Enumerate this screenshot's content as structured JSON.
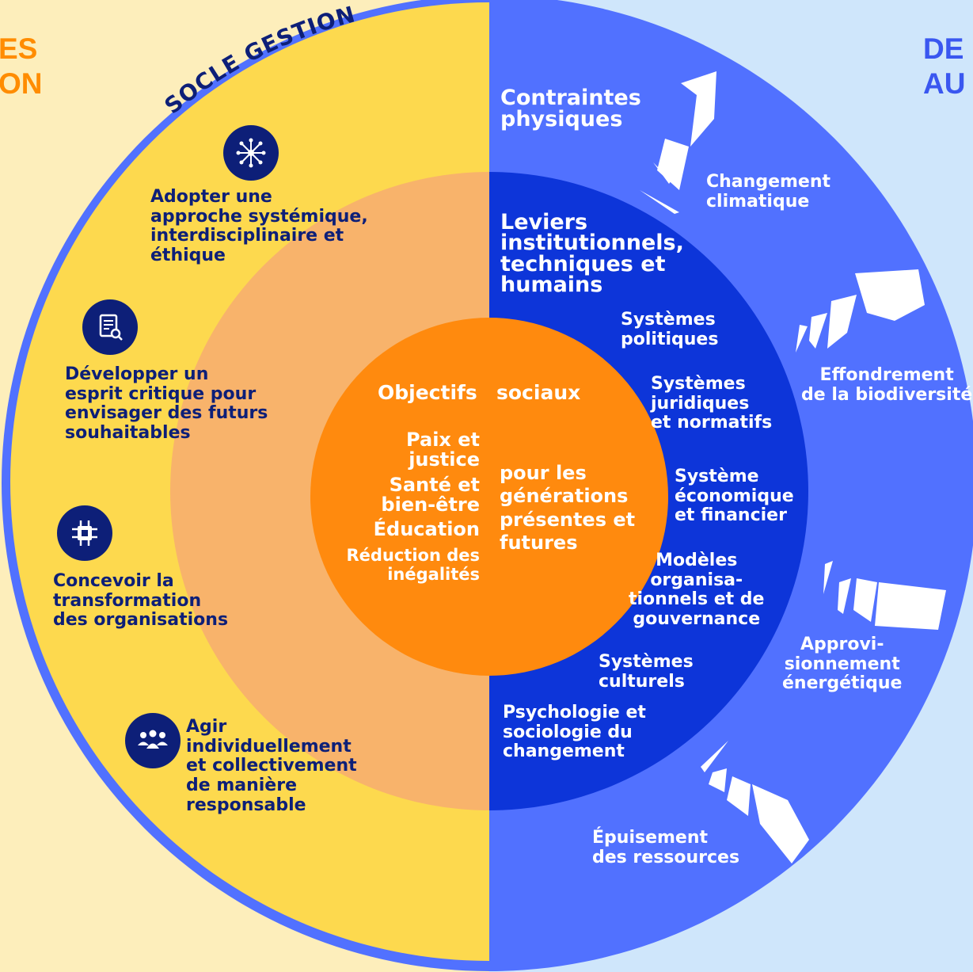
{
  "colors": {
    "left_bg": "#fdeebb",
    "right_bg": "#cfe6fb",
    "outer_ring_left": "#fdd94e",
    "outer_ring_right": "#5171ff",
    "middle_ring_left": "#f8b36b",
    "middle_ring_right": "#0d35d9",
    "core": "#ff8a0e",
    "dark_text": "#0d1f78",
    "corner_left_text": "#ff8c00",
    "corner_right_text": "#3a57f0"
  },
  "corner_left": "ES\nON",
  "corner_right": "DE\nAU",
  "arc_title": "SOCLE GESTION",
  "left_items": [
    {
      "icon": "network-icon",
      "text": "Adopter une\napproche systémique,\ninterdisciplinaire et\néthique"
    },
    {
      "icon": "document-search-icon",
      "text": "Développer un\nesprit critique pour\nenvisager des futurs\nsouhaitables"
    },
    {
      "icon": "chip-icon",
      "text": "Concevoir la\ntransformation\ndes organisations"
    },
    {
      "icon": "people-group-icon",
      "text": "Agir\nindividuellement\net collectivement\nde manière\nresponsable"
    }
  ],
  "outer_right": {
    "title": "Contraintes\nphysiques",
    "items": [
      "Changement\nclimatique",
      "Effondrement\nde la biodiversité",
      "Approvi-\nsionnement\nénergétique",
      "Épuisement\ndes ressources"
    ]
  },
  "middle_right": {
    "title": "Leviers\ninstitutionnels,\ntechniques et\nhumains",
    "items": [
      "Systèmes\npolitiques",
      "Systèmes\njuridiques\n  et normatifs",
      "Système\néconomique\net financier",
      "Modèles\norganisa-\ntionnels et de\ngouvernance",
      "Systèmes\nculturels",
      "Psychologie et\nsociologie du\nchangement"
    ]
  },
  "core": {
    "title_left": "Objectifs",
    "title_right": "sociaux",
    "left_items": [
      "Paix et\njustice",
      "Santé et\nbien-être",
      "Éducation",
      "Réduction des\ninégalités"
    ],
    "right_text": "pour les\ngénérations\nprésentes et\nfutures"
  }
}
